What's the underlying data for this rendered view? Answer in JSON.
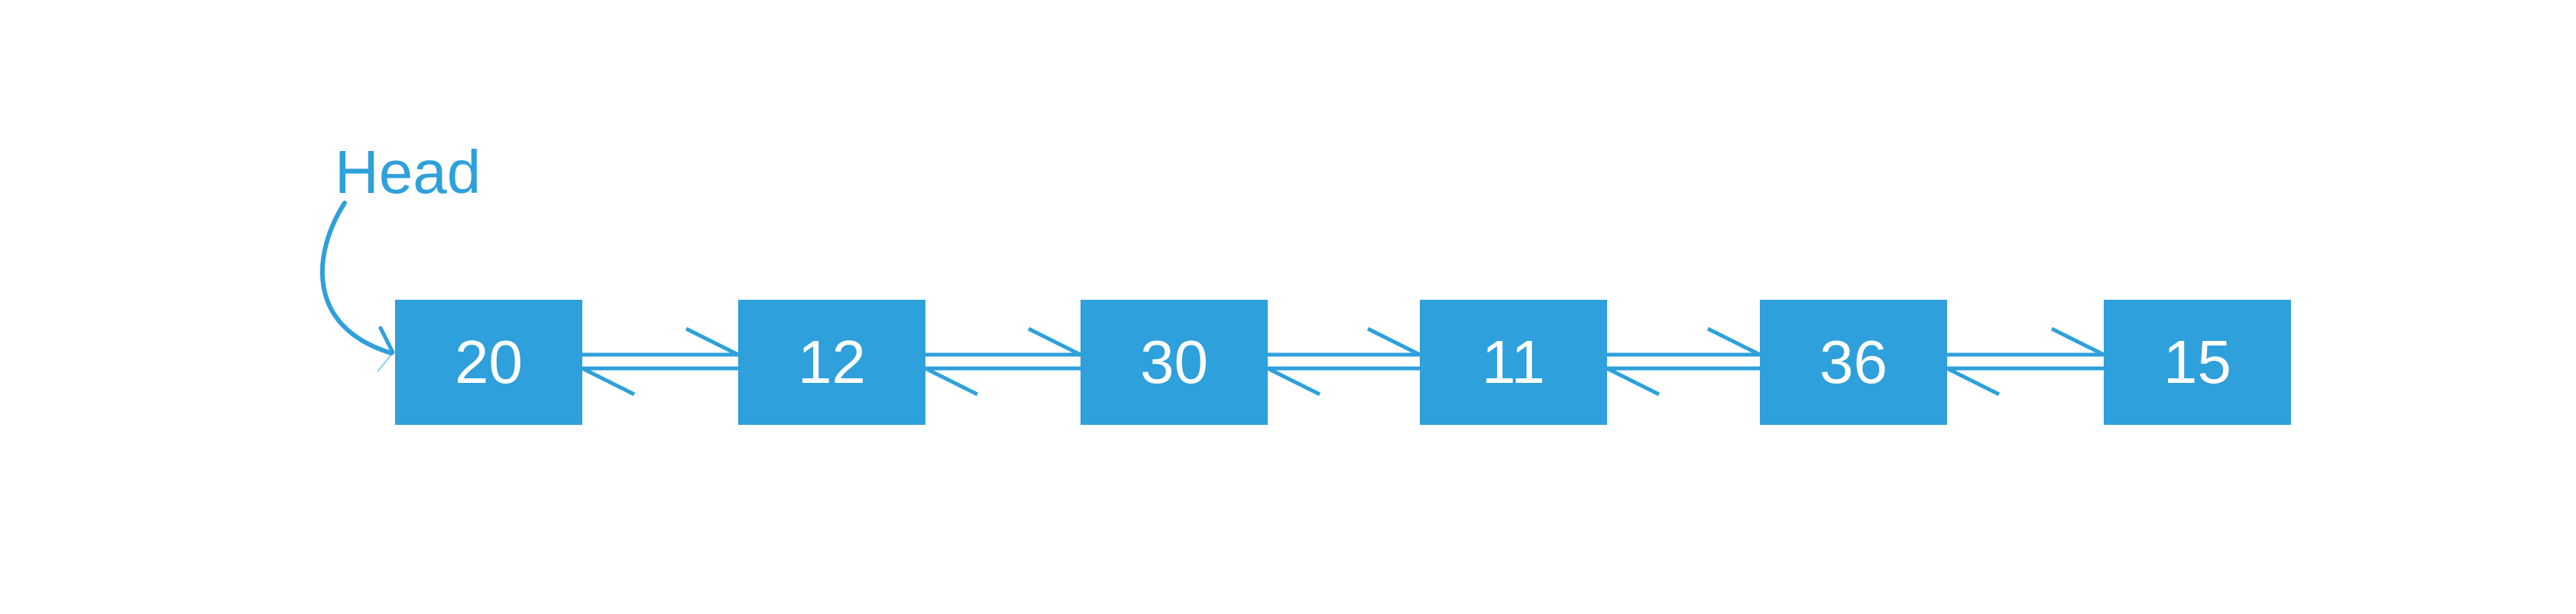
{
  "diagram": {
    "head_label": "Head",
    "accent_color": "#2EA0DB",
    "node_text_color": "#FFFFFF",
    "nodes": [
      {
        "value": "20"
      },
      {
        "value": "12"
      },
      {
        "value": "30"
      },
      {
        "value": "11"
      },
      {
        "value": "36"
      },
      {
        "value": "15"
      }
    ]
  }
}
